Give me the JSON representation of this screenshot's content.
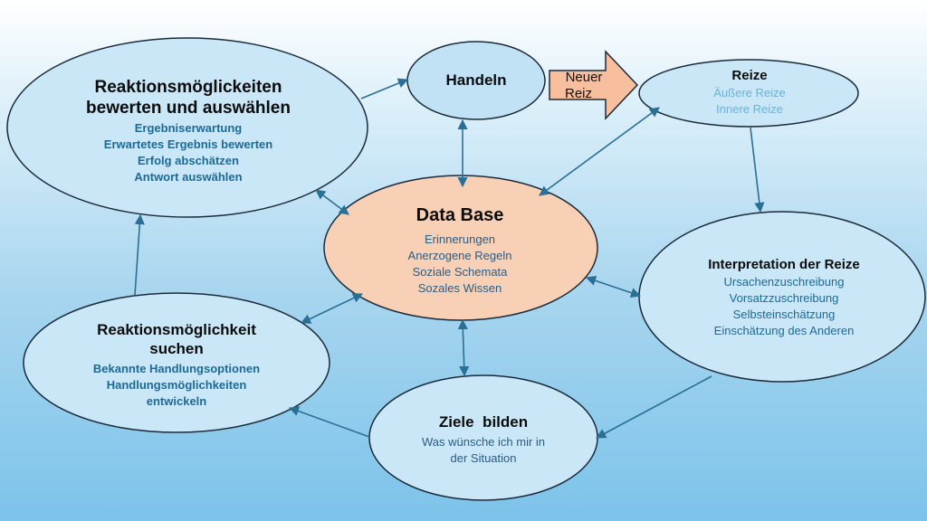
{
  "nodes": {
    "reaktion_bewerten": {
      "title_lines": [
        "Reaktionsmöglickeiten",
        "bewerten und auswählen"
      ],
      "items": [
        "Ergebniserwartung",
        "Erwartetes Ergebnis bewerten",
        "Erfolg abschätzen",
        "Antwort auswählen"
      ]
    },
    "handeln": {
      "title": "Handeln"
    },
    "neuer_reiz": {
      "lines": [
        "Neuer",
        "Reiz"
      ]
    },
    "reize": {
      "title": "Reize",
      "items": [
        "Äußere Reize",
        "Innere Reize"
      ]
    },
    "data_base": {
      "title": "Data Base",
      "items": [
        "Erinnerungen",
        "Anerzogene Regeln",
        "Soziale Schemata",
        "Sozales Wissen"
      ]
    },
    "interpretation": {
      "title": "Interpretation der Reize",
      "items": [
        "Ursachenzuschreibung",
        "Vorsatzzuschreibung",
        "Selbsteinschätzung",
        "Einschätzung des Anderen"
      ]
    },
    "reaktion_suchen": {
      "title_lines": [
        "Reaktionsmöglichkeit",
        "suchen"
      ],
      "items": [
        "Bekannte Handlungsoptionen",
        "Handlungsmöglichkeiten",
        "entwickeln"
      ]
    },
    "ziele": {
      "title": "Ziele  bilden",
      "items": [
        "Was wünsche ich mir in",
        "der Situation"
      ]
    }
  },
  "colors": {
    "ellipse_fill": "#c9e7f7",
    "ellipse_stroke": "#1b2a3a",
    "database_fill": "#f8d0b5",
    "arrow_fill": "#f7bf9e",
    "connector": "#2a6f94"
  }
}
